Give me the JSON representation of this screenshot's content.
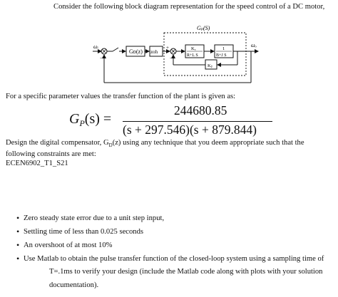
{
  "problem": {
    "intro": "Consider the following block diagram representation for the speed control of a DC motor,",
    "diagram": {
      "plant_group_label": "Gₚ(S)",
      "input_label": "ωᵢ",
      "output_label": "ωₒ",
      "controller_block": "Gᴅ(z)",
      "zoh_block": "zoh",
      "motor_block_num": "Kₐ",
      "motor_block_den": "R+L S",
      "load_block_num": "1",
      "load_block_den": "B+J S",
      "feedback_block": "Kᵦ",
      "sign_minus_1": "−",
      "sign_minus_2": "−",
      "sign_plus": "+"
    },
    "param_text": "For a specific parameter values the transfer function of the plant is given as:",
    "gp": {
      "lhs": "G",
      "lhs_sub": "P",
      "lhs_rest": "(s) =",
      "numerator": "244680.85",
      "denominator": "(s + 297.546)(s + 879.844)"
    },
    "design_text_1": "Design the digital compensator, G",
    "design_text_sub": "D",
    "design_text_1b": "(z) using any technique that you deem appropriate such that the",
    "design_text_2": "following constraints are met:",
    "course_code": "ECEN6902_T1_S21",
    "constraints": [
      "Zero steady state error due to a unit step input,",
      "Settling time of less than 0.025 seconds",
      "An overshoot of at most 10%",
      "Use Matlab to obtain the pulse transfer function of the closed-loop system using a sampling time of"
    ],
    "constraint_cont_1": "T=.1ms to verify your design (include the Matlab code along with plots with your solution",
    "constraint_cont_2": "documentation)."
  }
}
